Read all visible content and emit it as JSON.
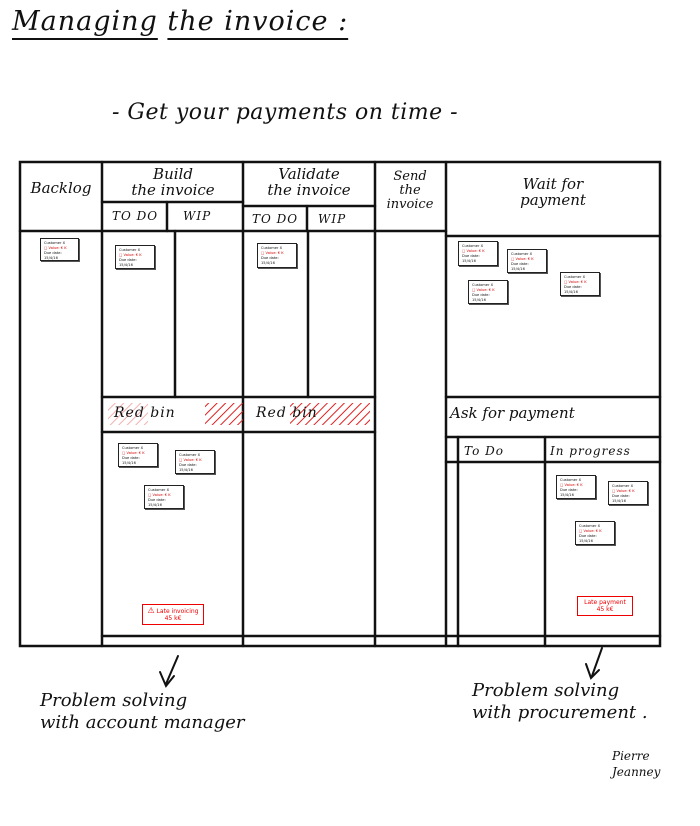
{
  "title": {
    "word1": "Managing",
    "rest": "the invoice :"
  },
  "subtitle": "- Get your payments on time -",
  "columns": {
    "backlog": "Backlog",
    "build": "Build\nthe invoice",
    "validate": "Validate\nthe invoice",
    "send": "Send\nthe\ninvoice",
    "wait": "Wait for\npayment",
    "ask": "Ask for payment"
  },
  "subcolumns": {
    "build_todo": "TO DO",
    "build_wip": "WIP",
    "validate_todo": "TO DO",
    "validate_wip": "WIP",
    "ask_todo": "To Do",
    "ask_progress": "In progress"
  },
  "red_bin": "Red bin",
  "card": {
    "line1": "Customer X",
    "line2": "□ Value: €  K",
    "line3": "Due date: 15/4/16"
  },
  "alerts": {
    "late_invoicing": {
      "line1": "Late invoicing",
      "line2": "45 k€"
    },
    "late_payment": {
      "line1": "Late payment",
      "line2": "45 k€"
    }
  },
  "notes": {
    "left": "Problem solving\nwith account manager",
    "right": "Problem solving\nwith procurement ."
  },
  "signature": "Pierre\nJeanney"
}
